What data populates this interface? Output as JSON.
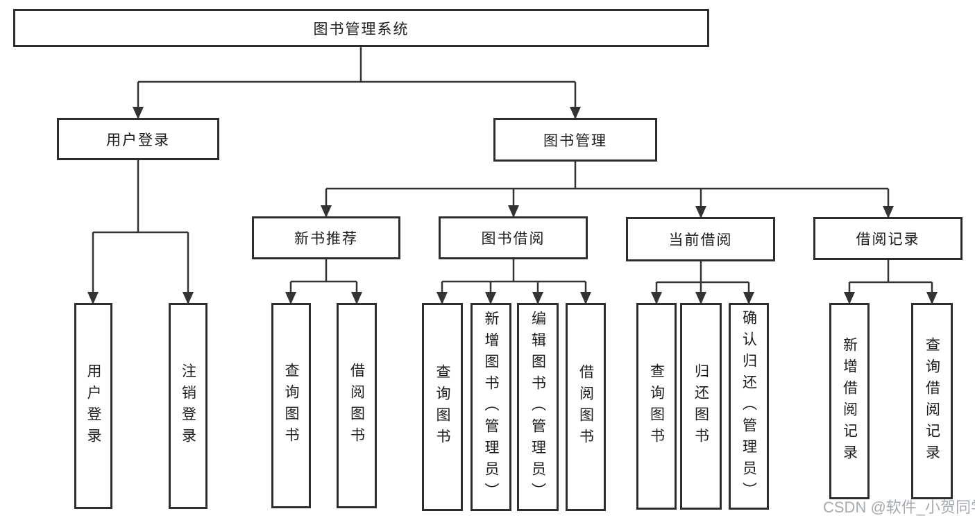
{
  "diagram": {
    "root": {
      "label": "图书管理系统"
    },
    "branches": [
      {
        "label": "用户登录",
        "children": [
          {
            "label": "用户登录"
          },
          {
            "label": "注销登录"
          }
        ]
      },
      {
        "label": "图书管理",
        "children": [
          {
            "label": "新书推荐",
            "children": [
              {
                "label": "查询图书"
              },
              {
                "label": "借阅图书"
              }
            ]
          },
          {
            "label": "图书借阅",
            "children": [
              {
                "label": "查询图书"
              },
              {
                "label": "新增图书（管理员）"
              },
              {
                "label": "编辑图书（管理员）"
              },
              {
                "label": "借阅图书"
              }
            ]
          },
          {
            "label": "当前借阅",
            "children": [
              {
                "label": "查询图书"
              },
              {
                "label": "归还图书"
              },
              {
                "label": "确认归还（管理员）"
              }
            ]
          },
          {
            "label": "借阅记录",
            "children": [
              {
                "label": "新增借阅记录"
              },
              {
                "label": "查询借阅记录"
              }
            ]
          }
        ]
      }
    ]
  },
  "watermark": {
    "text": "CSDN @软件_小贺同学"
  },
  "colors": {
    "line": "#333333",
    "box_border": "#2e2e2e",
    "text": "#1c1c1c",
    "watermark": "#a3a9af",
    "background": "#ffffff"
  }
}
